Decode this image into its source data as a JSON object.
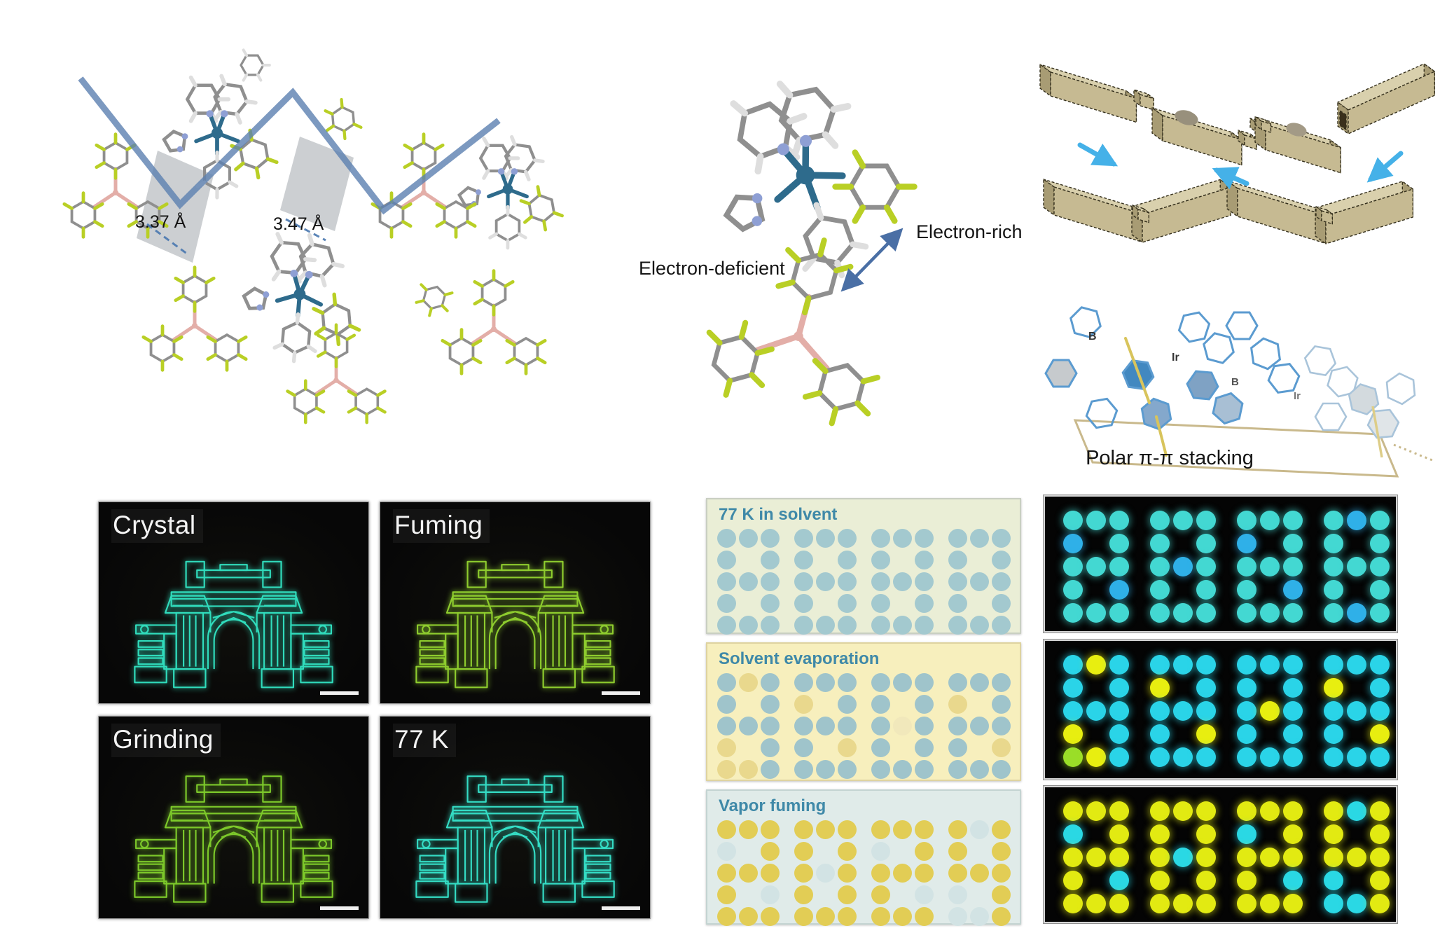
{
  "panel_a": {
    "distance_1": "3.37 Å",
    "distance_2": "3.47 Å",
    "chain_color": "#5b7fb0",
    "plane_color": "#9aa0a6"
  },
  "panel_b": {
    "label_deficient": "Electron-deficient",
    "label_rich": "Electron-rich",
    "arrow_color": "#4a6fa5"
  },
  "panel_c": {
    "caption": "Polar π-π stacking",
    "atom_b1": "B",
    "atom_ir1": "Ir",
    "atom_b2": "B",
    "atom_ir2": "Ir",
    "colors": {
      "top": "#d9d0ad",
      "front": "#c6ba92",
      "side": "#a89c74",
      "edge": "#35301d",
      "arrow": "#45b1e8",
      "hex": "#5b9bd0",
      "hex_faded": "#a9c4da",
      "frame": "#c9b98c"
    }
  },
  "photos": [
    {
      "label": "Crystal",
      "glow": "#30dcbc"
    },
    {
      "label": "Fuming",
      "glow": "#8ecc2e"
    },
    {
      "label": "Grinding",
      "glow": "#7cc82a"
    },
    {
      "label": "77 K",
      "glow": "#34dcc4"
    }
  ],
  "dot_diagrams": {
    "panels": [
      {
        "title": "77 K in solvent",
        "bg": "#eaeed6",
        "border": "#c9cfc2",
        "dot_colors": {
          "b": "#a3c9cf"
        },
        "digits": [
          [
            "bbb",
            "b.b",
            "bbb",
            "b.b",
            "bbb"
          ],
          [
            "bbb",
            "b.b",
            "bbb",
            "b.b",
            "bbb"
          ],
          [
            "bbb",
            "b.b",
            "bbb",
            "b.b",
            "bbb"
          ],
          [
            "bbb",
            "b.b",
            "bbb",
            "b.b",
            "bbb"
          ]
        ]
      },
      {
        "title": "Solvent evaporation",
        "bg": "#f7efbd",
        "border": "#ded3a0",
        "dot_colors": {
          "b": "#9fc4cb",
          "y": "#e9d88d",
          "p": "#f1e8bb"
        },
        "digits": [
          [
            "byb",
            "b.b",
            "bbb",
            "y.b",
            "yyb"
          ],
          [
            "bbb",
            "y.b",
            "bbb",
            "b.y",
            "bbb"
          ],
          [
            "bbb",
            "b.b",
            "bpb",
            "b.b",
            "bbb"
          ],
          [
            "bbb",
            "y.b",
            "bbb",
            "b.y",
            "bbb"
          ]
        ]
      },
      {
        "title": "Vapor fuming",
        "bg": "#e0ebe9",
        "border": "#c4d4d2",
        "dot_colors": {
          "y": "#e2cd55",
          "l": "#d2e3e4"
        },
        "digits": [
          [
            "yyy",
            "l.y",
            "yyy",
            "y.l",
            "yyy"
          ],
          [
            "yyy",
            "y.y",
            "yly",
            "y.y",
            "yyy"
          ],
          [
            "yyy",
            "l.y",
            "yyy",
            "y.l",
            "yyy"
          ],
          [
            "yly",
            "y.y",
            "yyy",
            "l.y",
            "lly"
          ]
        ]
      }
    ]
  },
  "led_panels": [
    {
      "dot_colors": {
        "c": "#43d8d2",
        "d": "#2fb0e8",
        "g": "#5ad8a8"
      },
      "digits": [
        [
          "ccc",
          "d.c",
          "ccc",
          "c.d",
          "ccc"
        ],
        [
          "ccc",
          "c.c",
          "cdc",
          "c.c",
          "ccc"
        ],
        [
          "ccc",
          "d.c",
          "ccc",
          "c.d",
          "ccc"
        ],
        [
          "cdc",
          "c.c",
          "ccc",
          "c.c",
          "cdc"
        ]
      ]
    },
    {
      "dot_colors": {
        "c": "#2ad4e8",
        "y": "#e8ee10",
        "g": "#9ade28"
      },
      "digits": [
        [
          "cyc",
          "c.c",
          "ccc",
          "y.c",
          "gyc"
        ],
        [
          "ccc",
          "y.c",
          "ccc",
          "c.y",
          "ccc"
        ],
        [
          "ccc",
          "c.c",
          "cyc",
          "c.c",
          "ccc"
        ],
        [
          "ccc",
          "y.c",
          "ccc",
          "c.y",
          "ccc"
        ]
      ]
    },
    {
      "dot_colors": {
        "y": "#e2ea12",
        "c": "#2ad8e4",
        "g": "#b8e018"
      },
      "digits": [
        [
          "yyy",
          "c.y",
          "yyy",
          "y.c",
          "yyy"
        ],
        [
          "yyy",
          "y.y",
          "ycy",
          "y.y",
          "yyy"
        ],
        [
          "yyy",
          "c.y",
          "yyy",
          "y.c",
          "yyy"
        ],
        [
          "ycy",
          "y.y",
          "yyy",
          "c.y",
          "ccy"
        ]
      ]
    }
  ]
}
